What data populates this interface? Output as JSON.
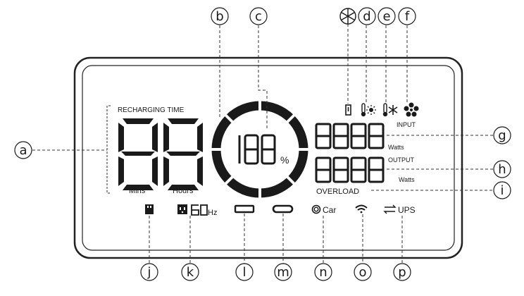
{
  "display": {
    "recharging_time_label": "RECHARGING TIME",
    "mins_label": "Mins",
    "hours_label": "Hours",
    "percent_sign": "%",
    "input_label": "INPUT",
    "output_label": "OUTPUT",
    "watts_label": "Watts",
    "overload_label": "OVERLOAD",
    "hz_label": "Hz",
    "car_label": "Car",
    "ups_label": "UPS"
  },
  "callouts": {
    "a": "a",
    "b": "b",
    "c": "c",
    "d": "d",
    "e": "e",
    "f": "f",
    "g": "g",
    "h": "h",
    "i": "i",
    "j": "j",
    "k": "k",
    "l": "l",
    "m": "m",
    "n": "n",
    "o": "o",
    "p": "p"
  },
  "icons": {
    "star_callout": "asterisk-icon",
    "warning": "alert-icon",
    "high_temp": "thermometer-sun-icon",
    "low_temp": "thermometer-snow-icon",
    "fan": "fan-icon",
    "usb_a": "usb-a-icon",
    "ac_outlet": "ac-outlet-icon",
    "usb_a_port": "usb-a-port-icon",
    "usb_c_port": "usb-c-port-icon",
    "car_port": "car-port-icon",
    "wireless": "wifi-icon",
    "ups_mode": "ups-arrows-icon"
  },
  "colors": {
    "ink": "#1a1a1a",
    "panel_border": "#222222"
  }
}
